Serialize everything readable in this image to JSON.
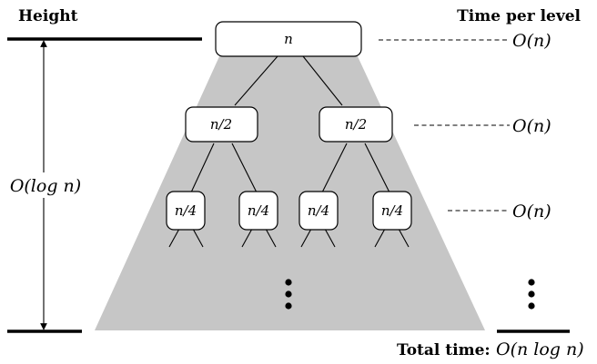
{
  "header": {
    "left": "Height",
    "right": "Time per level"
  },
  "height_label": "O(log n)",
  "tree": {
    "root": "n",
    "level1": [
      "n/2",
      "n/2"
    ],
    "level2": [
      "n/4",
      "n/4",
      "n/4",
      "n/4"
    ]
  },
  "level_times": [
    "O(n)",
    "O(n)",
    "O(n)"
  ],
  "total": {
    "label": "Total time:",
    "value": "O(n log n)"
  },
  "colors": {
    "triangle_fill": "#c6c6c6",
    "line": "#000000",
    "node_fill": "#ffffff"
  }
}
